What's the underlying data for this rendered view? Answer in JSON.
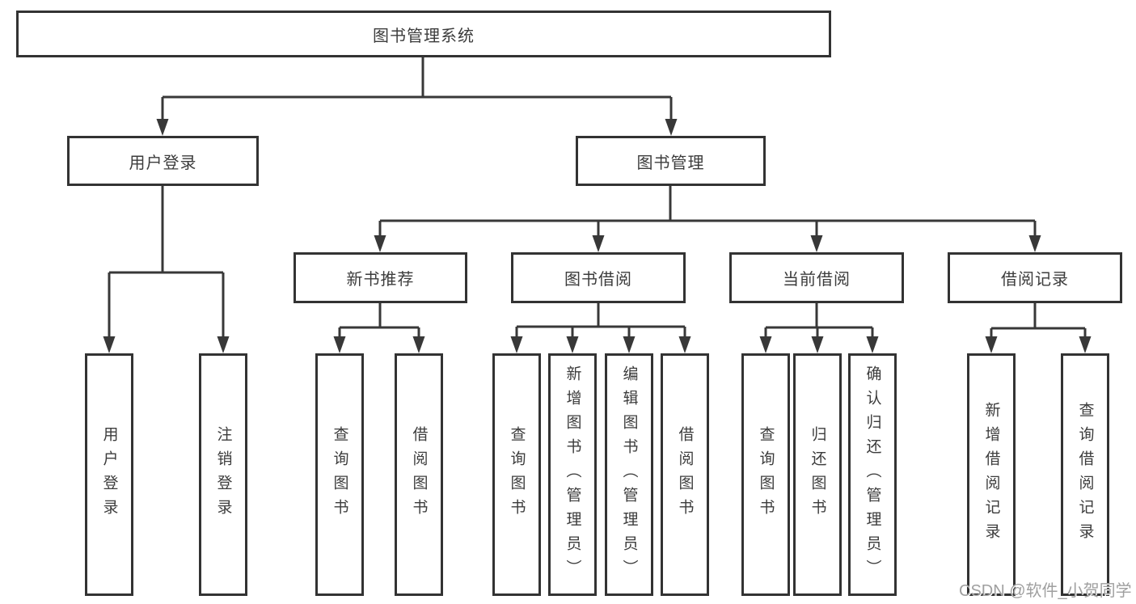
{
  "tree": {
    "label": "图书管理系统",
    "children": [
      {
        "label": "用户登录",
        "children": [
          {
            "label": "用户登录"
          },
          {
            "label": "注销登录"
          }
        ]
      },
      {
        "label": "图书管理",
        "children": [
          {
            "label": "新书推荐",
            "children": [
              {
                "label": "查询图书"
              },
              {
                "label": "借阅图书"
              }
            ]
          },
          {
            "label": "图书借阅",
            "children": [
              {
                "label": "查询图书"
              },
              {
                "label": "新增图书（管理员）"
              },
              {
                "label": "编辑图书（管理员）"
              },
              {
                "label": "借阅图书"
              }
            ]
          },
          {
            "label": "当前借阅",
            "children": [
              {
                "label": "查询图书"
              },
              {
                "label": "归还图书"
              },
              {
                "label": "确认归还（管理员）"
              }
            ]
          },
          {
            "label": "借阅记录",
            "children": [
              {
                "label": "新增借阅记录"
              },
              {
                "label": "查询借阅记录"
              }
            ]
          }
        ]
      }
    ]
  },
  "watermark": {
    "text": "CSDN @软件_小贺同学"
  },
  "colors": {
    "line": "#383838",
    "box_border": "#333333",
    "text": "#3c3c3c",
    "watermark": "#9f9f9f",
    "background": "#ffffff"
  }
}
